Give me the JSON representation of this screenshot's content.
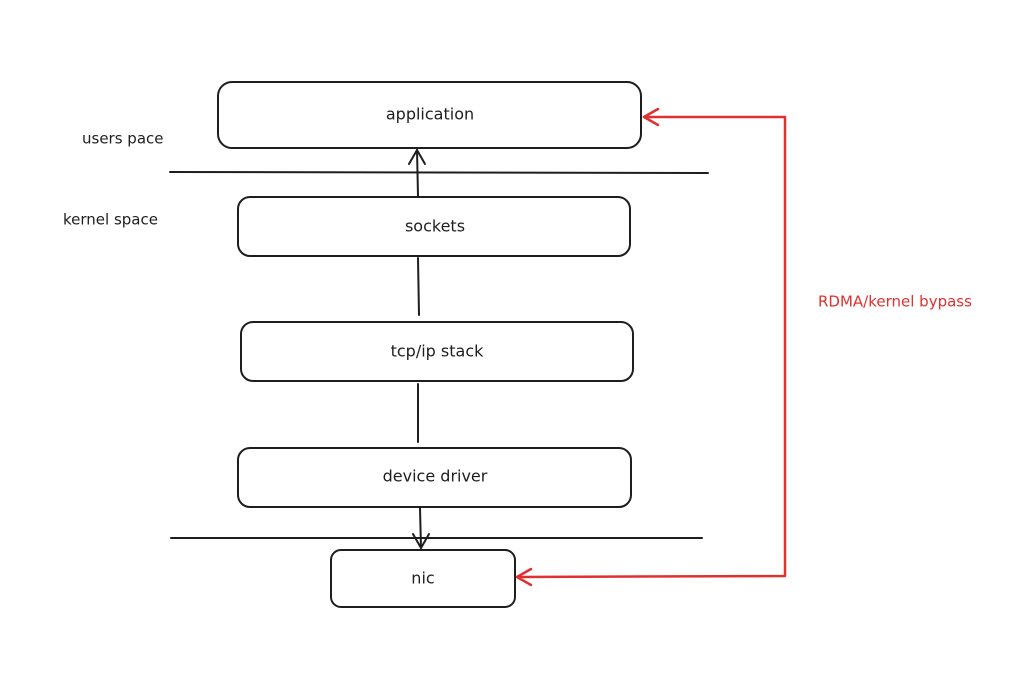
{
  "zones": {
    "user_space": "users pace",
    "kernel_space": "kernel space"
  },
  "layers": {
    "application": "application",
    "sockets": "sockets",
    "tcp_ip_stack": "tcp/ip stack",
    "device_driver": "device driver",
    "nic": "nic"
  },
  "bypass": {
    "label": "RDMA/kernel bypass",
    "color": "#e03131"
  }
}
